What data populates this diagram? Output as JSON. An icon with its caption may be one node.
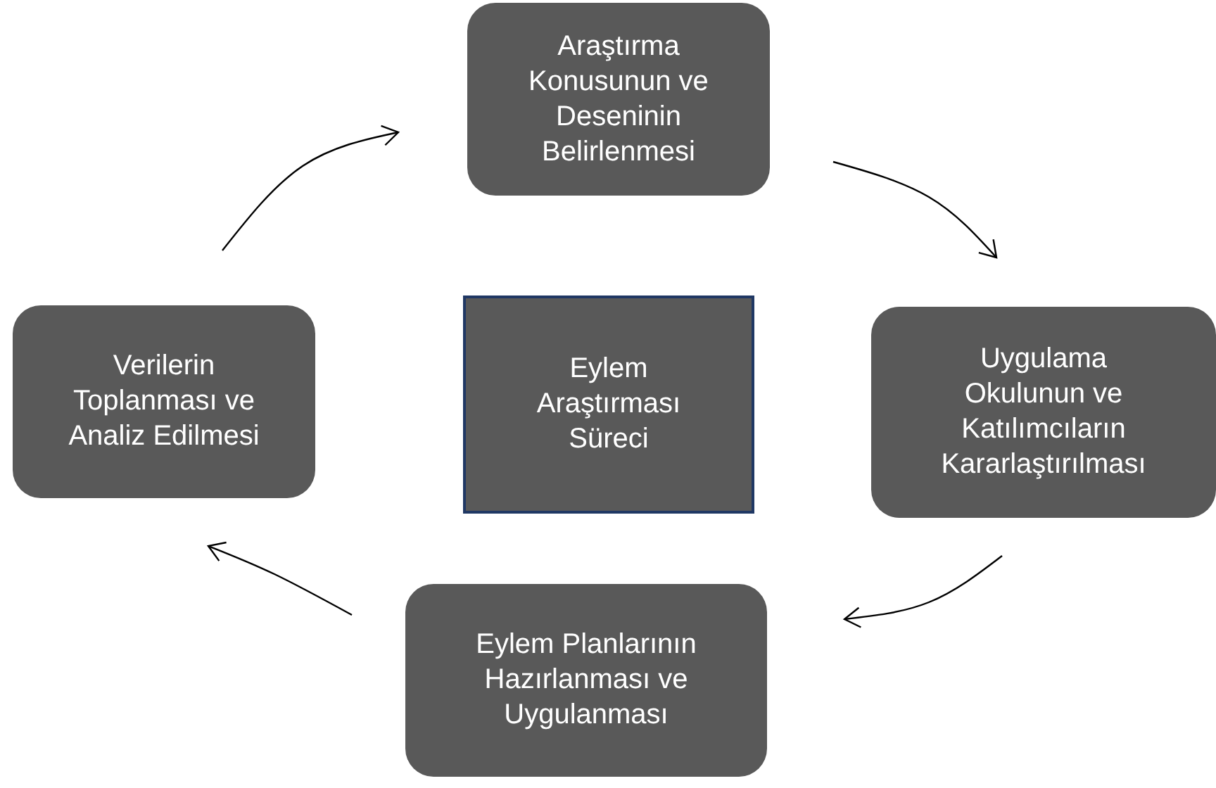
{
  "diagram": {
    "nodes": [
      {
        "text": [
          "Araştırma Konusunun ve Deseninin Belirlenmesi"
        ]
      },
      {
        "text": [
          "Uygulama Okulunun ve Katılımcıların Kararlaştırılması"
        ]
      },
      {
        "text": [
          "Eylem Planlarının Hazırlanması ve Uygulanması"
        ]
      },
      {
        "text": [
          "Verilerin Toplanması ve Analiz Edilmesi"
        ]
      },
      {
        "text": [
          "Eylem Araştırması Süreci"
        ]
      }
    ],
    "edges": [
      {
        "from": 0,
        "to": 1,
        "arrow": "to"
      },
      {
        "from": 1,
        "to": 2,
        "arrow": "to"
      },
      {
        "from": 2,
        "to": 3,
        "arrow": "to"
      },
      {
        "from": 3,
        "to": 0,
        "arrow": "to"
      }
    ]
  }
}
